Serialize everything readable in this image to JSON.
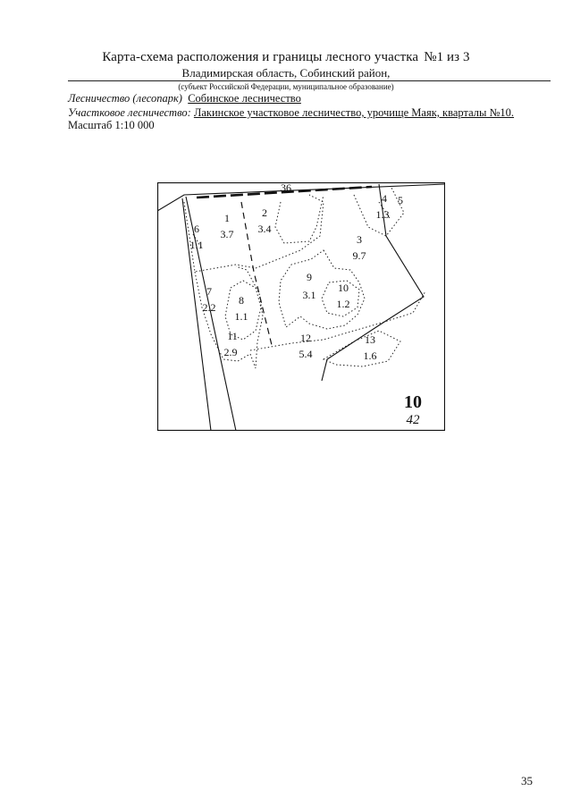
{
  "header": {
    "title": "Карта-схема расположения и границы лесного участка",
    "title_num": "№1 из 3",
    "region": "Владимирская область, Собинский район,",
    "note": "(субъект Российской Федерации, муниципальное образование)"
  },
  "forestry": {
    "label": "Лесничество (лесопарк)",
    "value": "Собинское лесничество"
  },
  "district": {
    "label": "Участковое лесничество:",
    "value": "Лакинское участковое лесничество, урочище Маяк, кварталы №10."
  },
  "scale": "Масштаб 1:10 000",
  "map": {
    "quarter_number": "10",
    "quarter_area": "42",
    "plots": [
      {
        "num": "1",
        "area": "3.7"
      },
      {
        "num": "2",
        "area": "3.4"
      },
      {
        "num": "3",
        "area": "9.7"
      },
      {
        "num": "4",
        "area": "1.3"
      },
      {
        "num": "5",
        "area": ""
      },
      {
        "num": "6",
        "area": "1.1"
      },
      {
        "num": "7",
        "area": "2.2"
      },
      {
        "num": "8",
        "area": "1.1"
      },
      {
        "num": "9",
        "area": "3.1"
      },
      {
        "num": "10",
        "area": "1.2"
      },
      {
        "num": "11",
        "area": "2.9"
      },
      {
        "num": "12",
        "area": "5.4"
      },
      {
        "num": "13",
        "area": "1.6"
      },
      {
        "num": "36",
        "area": ""
      }
    ]
  },
  "page_number": "35"
}
